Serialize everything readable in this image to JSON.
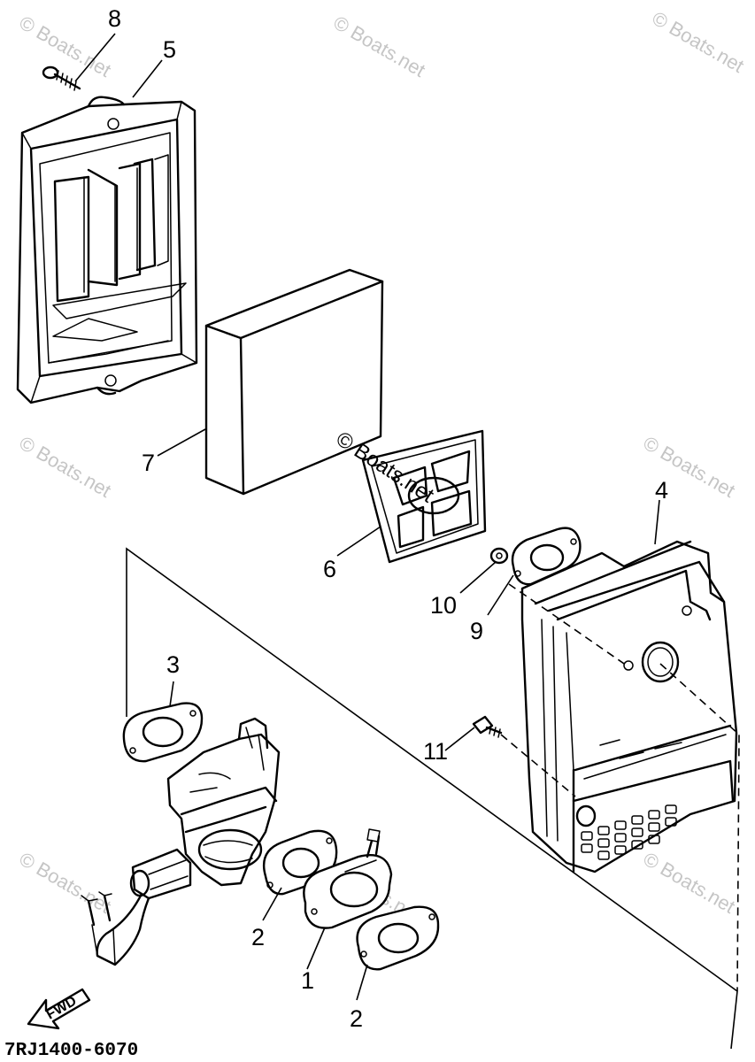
{
  "callouts": {
    "c1": "1",
    "c2a": "2",
    "c2b": "2",
    "c3": "3",
    "c4": "4",
    "c5": "5",
    "c6": "6",
    "c7": "7",
    "c8": "8",
    "c9": "9",
    "c10": "10",
    "c11": "11"
  },
  "diagram_code": "7RJ1400-6070",
  "direction_marker": "FWD",
  "watermark_text": "© Boats.net",
  "center_watermark": "© Boats.net",
  "colors": {
    "line": "#000000",
    "background": "#ffffff",
    "watermark": "#bbbbbb"
  }
}
